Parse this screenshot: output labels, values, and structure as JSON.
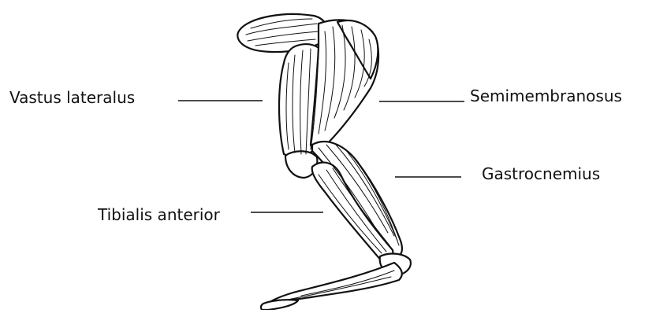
{
  "diagram": {
    "labels": {
      "vastus_lateralus": "Vastus lateralus",
      "semimembranosus": "Semimembranosus",
      "gastrocnemius": "Gastrocnemius",
      "tibialis_anterior": "Tibialis anterior"
    },
    "colors": {
      "ink": "#111111",
      "background": "#ffffff"
    }
  }
}
